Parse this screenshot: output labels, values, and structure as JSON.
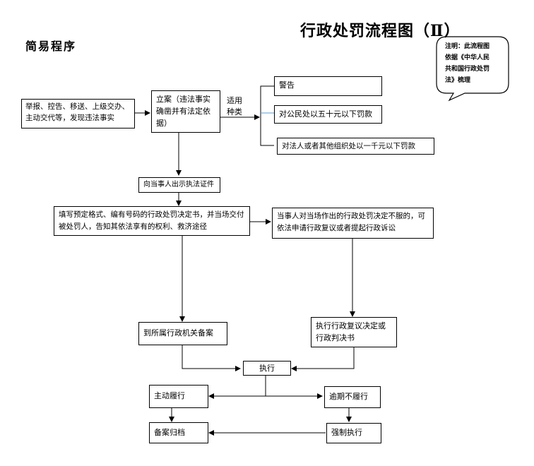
{
  "title": "行政处罚流程图（Ⅱ）",
  "subtitle": "简易程序",
  "note": "注明：此流程图依据《中华人民共和国行政处罚法》梳理",
  "steps": {
    "report": "举报、控告、移送、上级交办、主动交代等，发现违法事实",
    "file_case": "立案（违法事实确凿并有法定依据）",
    "applicable_types": "适用种类",
    "warning": "警告",
    "fine_citizen": "对公民处以五十元以下罚款",
    "fine_org": "对法人或者其他组织处以一千元以下罚款",
    "show_id": "向当事人出示执法证件",
    "fill_decision": "填写预定格式、编有号码的行政处罚决定书，并当场交付被处罚人，告知其依法享有的权利、救济途径",
    "objection": "当事人对当场作出的行政处罚决定不服的，可依法申请行政复议或者提起行政诉讼",
    "file_record": "到所属行政机关备案",
    "review_result": "执行行政复议决定或行政判决书",
    "execute": "执行",
    "voluntary": "主动履行",
    "overdue": "逾期不履行",
    "archive": "备案归档",
    "enforce": "强制执行"
  }
}
